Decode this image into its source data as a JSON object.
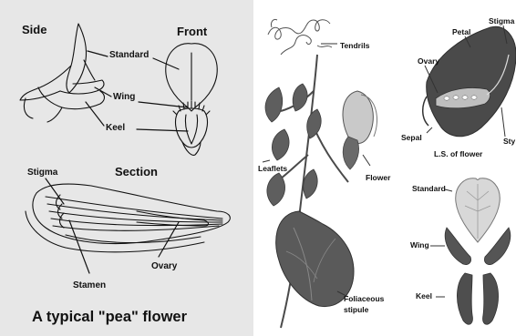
{
  "left_panel": {
    "heading_side": "Side",
    "heading_front": "Front",
    "heading_section": "Section",
    "labels": {
      "standard": "Standard",
      "wing": "Wing",
      "keel": "Keel",
      "stigma": "Stigma",
      "stamen": "Stamen",
      "ovary": "Ovary"
    },
    "caption": "A typical \"pea\" flower"
  },
  "middle_panel": {
    "labels": {
      "tendrils": "Tendrils",
      "leaflets": "Leaflets",
      "flower": "Flower",
      "foliaceous_stipule": [
        "Foliaceous",
        "stipule"
      ]
    }
  },
  "right_panel": {
    "labels": {
      "petal": "Petal",
      "stigma": "Stigma",
      "ovary": "Ovary",
      "sepal": "Sepal",
      "style_partial": "Sty",
      "ls_of_flower": "L.S. of flower",
      "standard": "Standard",
      "wing": "Wing",
      "keel": "Keel"
    }
  },
  "colors": {
    "left_background": "#e7e7e7",
    "plant_green_dark": "#3f3f3f",
    "plant_green_mid": "#6b6b6b",
    "plant_light": "#bdbdbd"
  }
}
